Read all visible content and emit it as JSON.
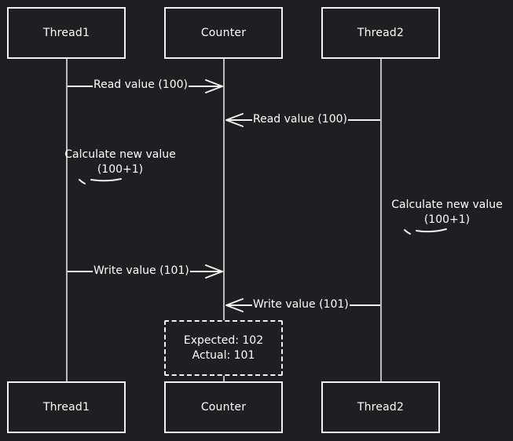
{
  "participants": {
    "thread1": "Thread1",
    "counter": "Counter",
    "thread2": "Thread2"
  },
  "messages": {
    "t1_read": "Read value (100)",
    "t2_read": "Read value (100)",
    "t1_write": "Write value (101)",
    "t2_write": "Write value (101)"
  },
  "notes": {
    "t1_calc_line1": "Calculate new value",
    "t1_calc_line2": "(100+1)",
    "t2_calc_line1": "Calculate new value",
    "t2_calc_line2": "(100+1)"
  },
  "result_box": {
    "expected": "Expected: 102",
    "actual": "Actual: 101"
  },
  "colors": {
    "background": "#1e1f22",
    "stroke": "#f2f2f2",
    "text": "#ffffff"
  }
}
